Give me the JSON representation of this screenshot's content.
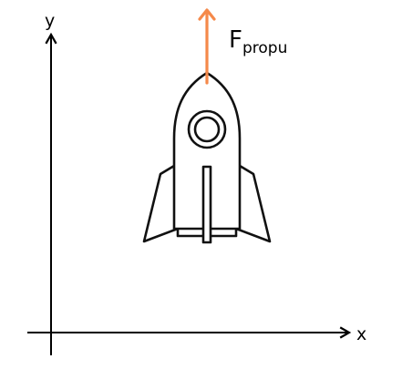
{
  "axes": {
    "x_label": "x",
    "y_label": "y",
    "color": "#000000"
  },
  "force": {
    "symbol": "F",
    "subscript": "propu",
    "color": "#f5894a",
    "direction": "up"
  },
  "rocket": {
    "icon": "rocket-icon",
    "stroke_color": "#111111",
    "fill_color": "#ffffff"
  }
}
